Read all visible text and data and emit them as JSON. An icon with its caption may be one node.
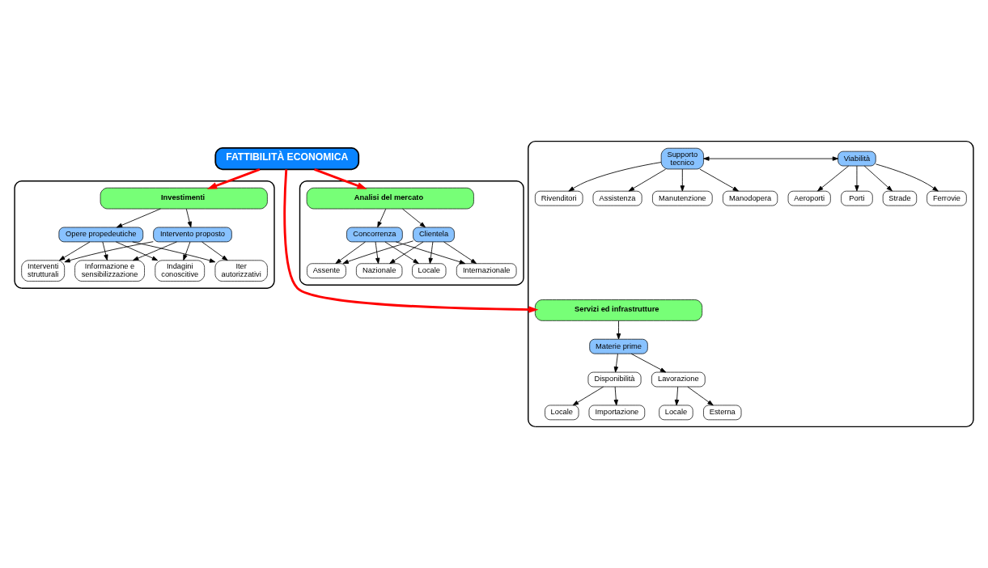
{
  "diagram": {
    "nodes": [
      {
        "text": [
          "FATTIBILITÀ ECONOMICA"
        ]
      },
      {
        "text": [
          "Analisi del mercato"
        ]
      },
      {
        "text": [
          "Concorrenza"
        ],
        "in": 1
      },
      {
        "text": [
          "Clientela"
        ],
        "in": 1
      },
      {
        "text": [
          "Assente"
        ],
        "in": 1
      },
      {
        "text": [
          "Nazionale"
        ],
        "in": 1
      },
      {
        "text": [
          "Locale"
        ],
        "in": 1
      },
      {
        "text": [
          "Internazionale"
        ],
        "in": 1
      },
      {
        "text": [
          "Investimenti"
        ]
      },
      {
        "text": [
          "Opere propedeutiche"
        ],
        "in": 8
      },
      {
        "text": [
          "Intervento proposto"
        ],
        "in": 8
      },
      {
        "text": [
          "Interventi strutturali"
        ],
        "in": 8
      },
      {
        "text": [
          "Informazione e sensibilizzazione"
        ],
        "in": 8
      },
      {
        "text": [
          "Indagini conoscitive"
        ],
        "in": 8
      },
      {
        "text": [
          "Iter autorizzativi"
        ],
        "in": 8
      },
      {
        "text": [
          "Servizi ed infrastrutture"
        ]
      },
      {
        "text": [
          "Manutenzione"
        ],
        "in": 15
      },
      {
        "text": [
          "Manodopera"
        ],
        "in": 15
      },
      {
        "text": [
          "Rivenditori"
        ],
        "in": 15
      },
      {
        "text": [
          "Assistenza"
        ],
        "in": 15
      },
      {
        "text": [
          "Supporto tecnico"
        ],
        "in": 15
      },
      {
        "text": [
          "Viabilità"
        ],
        "in": 15
      },
      {
        "text": [
          "Strade"
        ],
        "in": 15
      },
      {
        "text": [
          "Ferrovie"
        ],
        "in": 15
      },
      {
        "text": [
          "Aeroporti"
        ],
        "in": 15
      },
      {
        "text": [
          "Porti"
        ],
        "in": 15
      },
      {
        "text": [
          "Materie prime"
        ],
        "in": 15
      },
      {
        "text": [
          "Locale"
        ],
        "in": 15
      },
      {
        "text": [
          "Importazione"
        ],
        "in": 15
      },
      {
        "text": [
          "Disponibilità"
        ],
        "in": 15
      },
      {
        "text": [
          "Lavorazione"
        ],
        "in": 15
      },
      {
        "text": [
          "Locale"
        ],
        "in": 15
      },
      {
        "text": [
          "Esterna"
        ],
        "in": 15
      }
    ],
    "edges": [
      {
        "from": 0,
        "to": 1,
        "arrow": "to",
        "style": "thick",
        "color": "#ff0000"
      },
      {
        "from": 0,
        "to": 8,
        "arrow": "to",
        "style": "thick",
        "color": "#ff0000"
      },
      {
        "from": 0,
        "to": 15,
        "arrow": "to",
        "style": "thick",
        "color": "#ff0000"
      },
      {
        "from": 1,
        "to": 2,
        "arrow": "to"
      },
      {
        "from": 1,
        "to": 3,
        "arrow": "to"
      },
      {
        "from": 2,
        "to": 4,
        "arrow": "to"
      },
      {
        "from": 2,
        "to": 5,
        "arrow": "to"
      },
      {
        "from": 2,
        "to": 6,
        "arrow": "to"
      },
      {
        "from": 2,
        "to": 7,
        "arrow": "to"
      },
      {
        "from": 3,
        "to": 4,
        "arrow": "to"
      },
      {
        "from": 3,
        "to": 5,
        "arrow": "to"
      },
      {
        "from": 3,
        "to": 6,
        "arrow": "to"
      },
      {
        "from": 3,
        "to": 7,
        "arrow": "to"
      },
      {
        "from": 8,
        "to": 9,
        "arrow": "to"
      },
      {
        "from": 8,
        "to": 10,
        "arrow": "to"
      },
      {
        "from": 9,
        "to": 11,
        "arrow": "to"
      },
      {
        "from": 9,
        "to": 12,
        "arrow": "to"
      },
      {
        "from": 9,
        "to": 13,
        "arrow": "to"
      },
      {
        "from": 9,
        "to": 14,
        "arrow": "to"
      },
      {
        "from": 10,
        "to": 11,
        "arrow": "to"
      },
      {
        "from": 10,
        "to": 12,
        "arrow": "to"
      },
      {
        "from": 10,
        "to": 13,
        "arrow": "to"
      },
      {
        "from": 10,
        "to": 14,
        "arrow": "to"
      },
      {
        "from": 15,
        "to": 26,
        "arrow": "to"
      },
      {
        "from": 20,
        "to": 21,
        "arrow": "both"
      },
      {
        "from": 20,
        "to": 16,
        "arrow": "to"
      },
      {
        "from": 20,
        "to": 17,
        "arrow": "to"
      },
      {
        "from": 20,
        "to": 18,
        "arrow": "to"
      },
      {
        "from": 20,
        "to": 19,
        "arrow": "to"
      },
      {
        "from": 21,
        "to": 22,
        "arrow": "to"
      },
      {
        "from": 21,
        "to": 23,
        "arrow": "to"
      },
      {
        "from": 21,
        "to": 24,
        "arrow": "to"
      },
      {
        "from": 21,
        "to": 25,
        "arrow": "to"
      },
      {
        "from": 26,
        "to": 29,
        "arrow": "to"
      },
      {
        "from": 26,
        "to": 30,
        "arrow": "to"
      },
      {
        "from": 29,
        "to": 27,
        "arrow": "to"
      },
      {
        "from": 29,
        "to": 28,
        "arrow": "to"
      },
      {
        "from": 30,
        "to": 31,
        "arrow": "to"
      },
      {
        "from": 30,
        "to": 32,
        "arrow": "to"
      }
    ]
  }
}
